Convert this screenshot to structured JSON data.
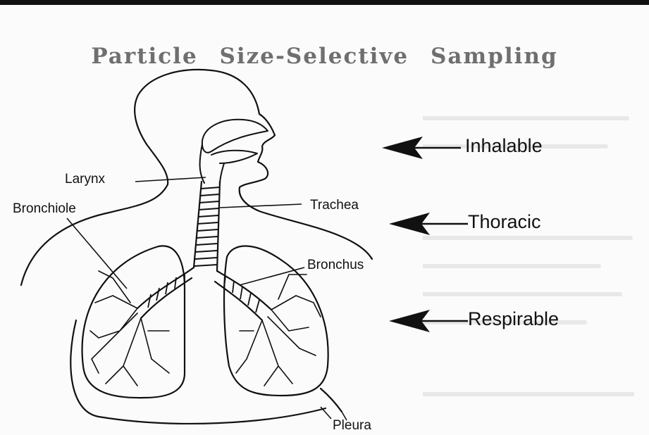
{
  "title": "Particle Size-Selective Sampling",
  "labels": {
    "larynx": "Larynx",
    "bronchiole": "Bronchiole",
    "trachea": "Trachea",
    "bronchus": "Bronchus",
    "pleura": "Pleura"
  },
  "categories": {
    "inhalable": "Inhalable",
    "thoracic": "Thoracic",
    "respirable": "Respirable"
  },
  "colors": {
    "title": "#6f6f6f",
    "ink": "#111111",
    "background": "#fbfbfb"
  }
}
